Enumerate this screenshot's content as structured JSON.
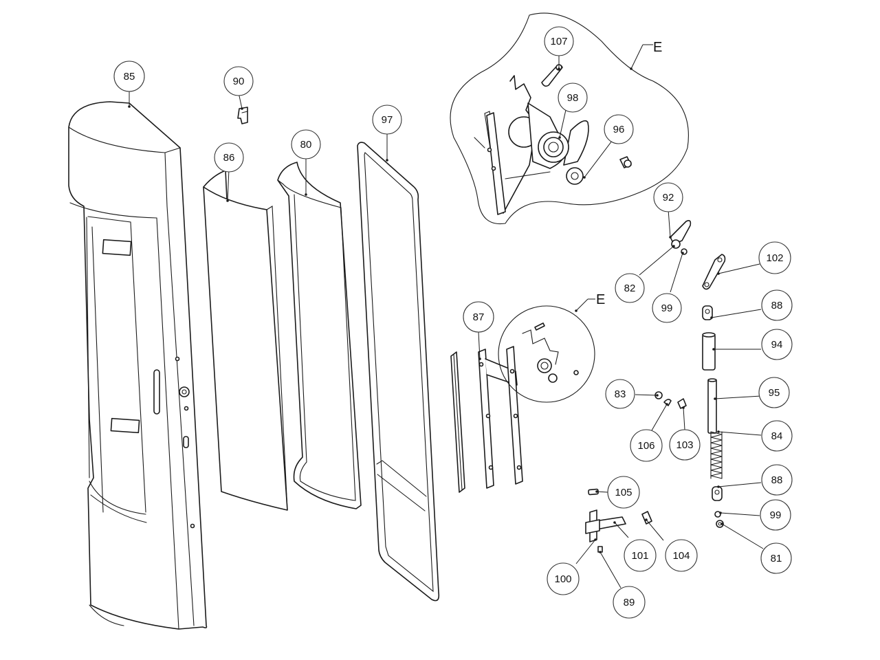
{
  "callouts": {
    "c85": "85",
    "c90": "90",
    "c86": "86",
    "c80": "80",
    "c97": "97",
    "c107": "107",
    "c98": "98",
    "c96": "96",
    "c92": "92",
    "c82": "82",
    "c99a": "99",
    "c102": "102",
    "c88a": "88",
    "c94": "94",
    "c95": "95",
    "c84": "84",
    "c88b": "88",
    "c99b": "99",
    "c81": "81",
    "c87": "87",
    "c83": "83",
    "c106": "106",
    "c103": "103",
    "c105": "105",
    "c101": "101",
    "c104": "104",
    "c100": "100",
    "c89": "89"
  },
  "detail_labels": {
    "detail_main": "E",
    "detail_ref": "E"
  }
}
